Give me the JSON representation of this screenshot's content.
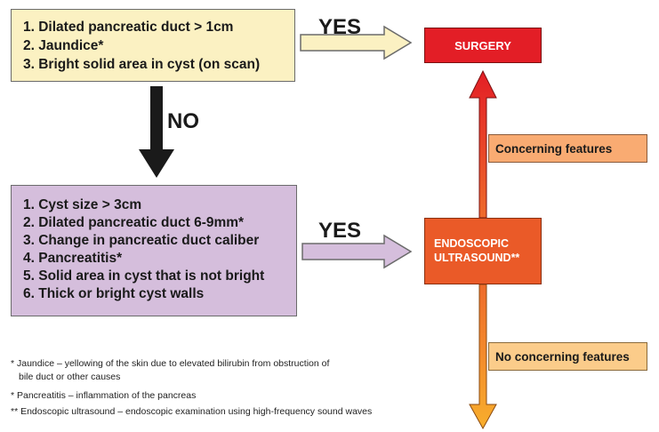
{
  "high_risk_box": {
    "lines": [
      "1. Dilated pancreatic duct > 1cm",
      "2. Jaundice*",
      "3. Bright solid area in cyst (on scan)"
    ]
  },
  "worrisome_box": {
    "lines": [
      "1. Cyst size > 3cm",
      "2. Dilated pancreatic duct 6-9mm*",
      "3. Change in pancreatic duct caliber",
      "4. Pancreatitis*",
      "5. Solid area in cyst that is not bright",
      "6. Thick or bright cyst walls"
    ]
  },
  "labels": {
    "yes_top": "YES",
    "no": "NO",
    "yes_middle": "YES"
  },
  "outcomes": {
    "surgery": "SURGERY",
    "endoscopic_line1": "ENDOSCOPIC",
    "endoscopic_line2": "ULTRASOUND**",
    "concerning": "Concerning features",
    "no_concerning": "No concerning features"
  },
  "footnotes": {
    "jaundice_line1": "* Jaundice – yellowing of the skin due to elevated bilirubin from obstruction of",
    "jaundice_line2": "bile duct or other causes",
    "pancreatitis": "* Pancreatitis – inflammation of the pancreas",
    "endoscopic": "** Endoscopic ultrasound – endoscopic examination using high-frequency sound waves"
  },
  "colors": {
    "high_risk_fill": "#fbf1c2",
    "worrisome_fill": "#d5bedc",
    "surgery_fill": "#e31e26",
    "eus_fill": "#ea5a28",
    "concerning_fill": "#f9ab72",
    "no_concerning_fill": "#fbcc8a"
  }
}
